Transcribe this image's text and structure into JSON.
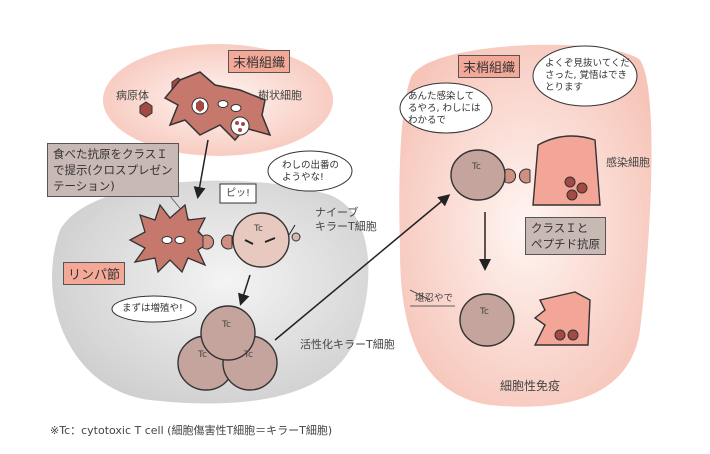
{
  "left_tissue": {
    "label": "末梢組織",
    "pathogen": "病原体",
    "dendritic_cell": "樹状細胞"
  },
  "cross_presentation_note": "食べた抗原をクラスＩ\nで提示(クロスプレゼン\nテーション)",
  "lymph_node": {
    "label": "リンパ節",
    "beep": "ピッ!",
    "naive_bubble": "わしの出番の\nようやな!",
    "naive_label_1": "ナイーブ",
    "naive_label_2": "キラーT細胞",
    "proliferate_bubble": "まずは増殖や!",
    "activated_label": "活性化キラーT細胞"
  },
  "right_tissue": {
    "label": "末梢組織",
    "tc_bubble": "あんた感染して\nるやろ, わしには\nわかるで",
    "infected_bubble": "よくぞ見抜いてくだ\nさった, 覚悟はでき\nとります",
    "infected_cell": "感染細胞",
    "mhc_note": "クラスＩと\nペプチド抗原",
    "sorry": "堪忍やで",
    "cellular_immunity": "細胞性免疫"
  },
  "cell_tag": "Tc",
  "footnote": "※Tc：cytotoxic T cell (細胞傷害性T細胞＝キラーT細胞)",
  "colors": {
    "pink_region": "#f8cdc3",
    "gray_region": "#d8d8d8",
    "label_bg": "#f4a898",
    "cell": "#c4a49c",
    "dendritic": "#c7786c",
    "pathogen": "#a34a44"
  }
}
